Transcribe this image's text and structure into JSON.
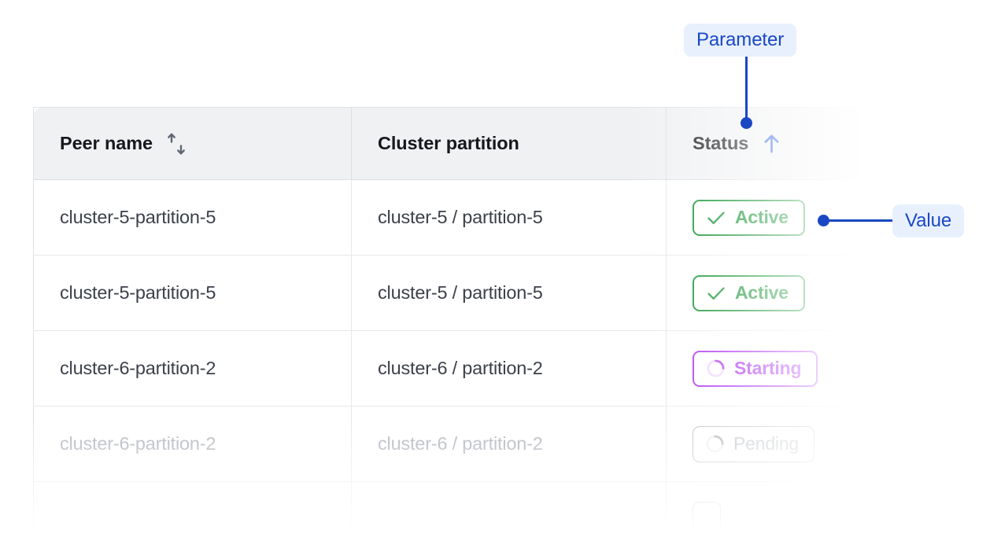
{
  "table": {
    "columns": [
      {
        "label": "Peer name",
        "sort_icon": "sort-updown-icon",
        "sort_state": "unsorted"
      },
      {
        "label": "Cluster partition",
        "sort_icon": "none",
        "sort_state": "none"
      },
      {
        "label": "Status",
        "sort_icon": "arrow-up-icon",
        "sort_state": "ascending"
      }
    ],
    "rows": [
      {
        "peer_name": "cluster-5-partition-5",
        "cluster_partition": "cluster-5 / partition-5",
        "status": "Active",
        "status_kind": "active",
        "status_icon": "check-icon",
        "muted": false
      },
      {
        "peer_name": "cluster-5-partition-5",
        "cluster_partition": "cluster-5 / partition-5",
        "status": "Active",
        "status_kind": "active",
        "status_icon": "check-icon",
        "muted": false
      },
      {
        "peer_name": "cluster-6-partition-2",
        "cluster_partition": "cluster-6 / partition-2",
        "status": "Starting",
        "status_kind": "starting",
        "status_icon": "spinner-icon",
        "muted": false
      },
      {
        "peer_name": "cluster-6-partition-2",
        "cluster_partition": "cluster-6 / partition-2",
        "status": "Pending",
        "status_kind": "pending",
        "status_icon": "spinner-icon",
        "muted": true
      },
      {
        "peer_name": "",
        "cluster_partition": "",
        "status": "",
        "status_kind": "pending",
        "status_icon": "none",
        "muted": true
      }
    ]
  },
  "annotations": {
    "parameter": {
      "label": "Parameter",
      "points_to": "status-column-sort-arrow"
    },
    "value": {
      "label": "Value",
      "points_to": "row-1-status-badge"
    }
  },
  "colors": {
    "annotation_blue": "#1a48c4",
    "annotation_bg": "#e8f0fe",
    "status_active": "#008a20",
    "status_starting": "#a61ff0",
    "status_pending": "#b0b4bb",
    "header_bg": "#f0f1f3",
    "text_primary": "#16181d",
    "text_body": "#3c4149",
    "text_muted": "#b4b8bf",
    "border": "#e6e8eb"
  }
}
